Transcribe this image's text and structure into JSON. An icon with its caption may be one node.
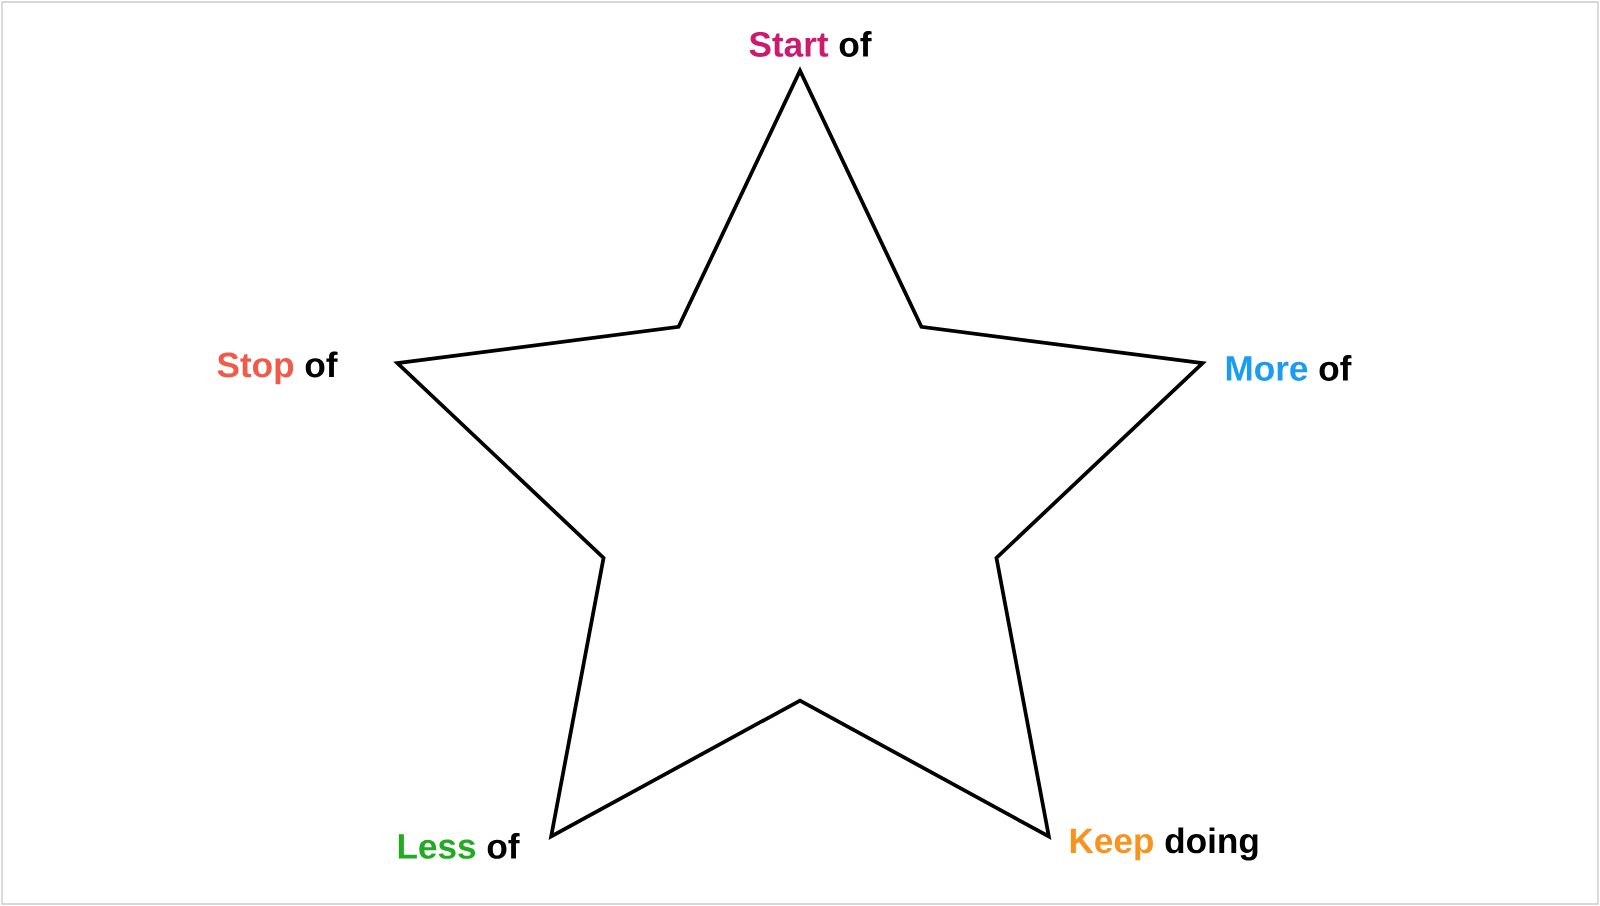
{
  "diagram": {
    "nodes": [
      {
        "text": [],
        "shape": "star"
      }
    ],
    "labels": [
      "Start",
      "of",
      "Stop",
      "of",
      "More",
      "of",
      "Less",
      "of",
      "Keep",
      "doing"
    ]
  }
}
